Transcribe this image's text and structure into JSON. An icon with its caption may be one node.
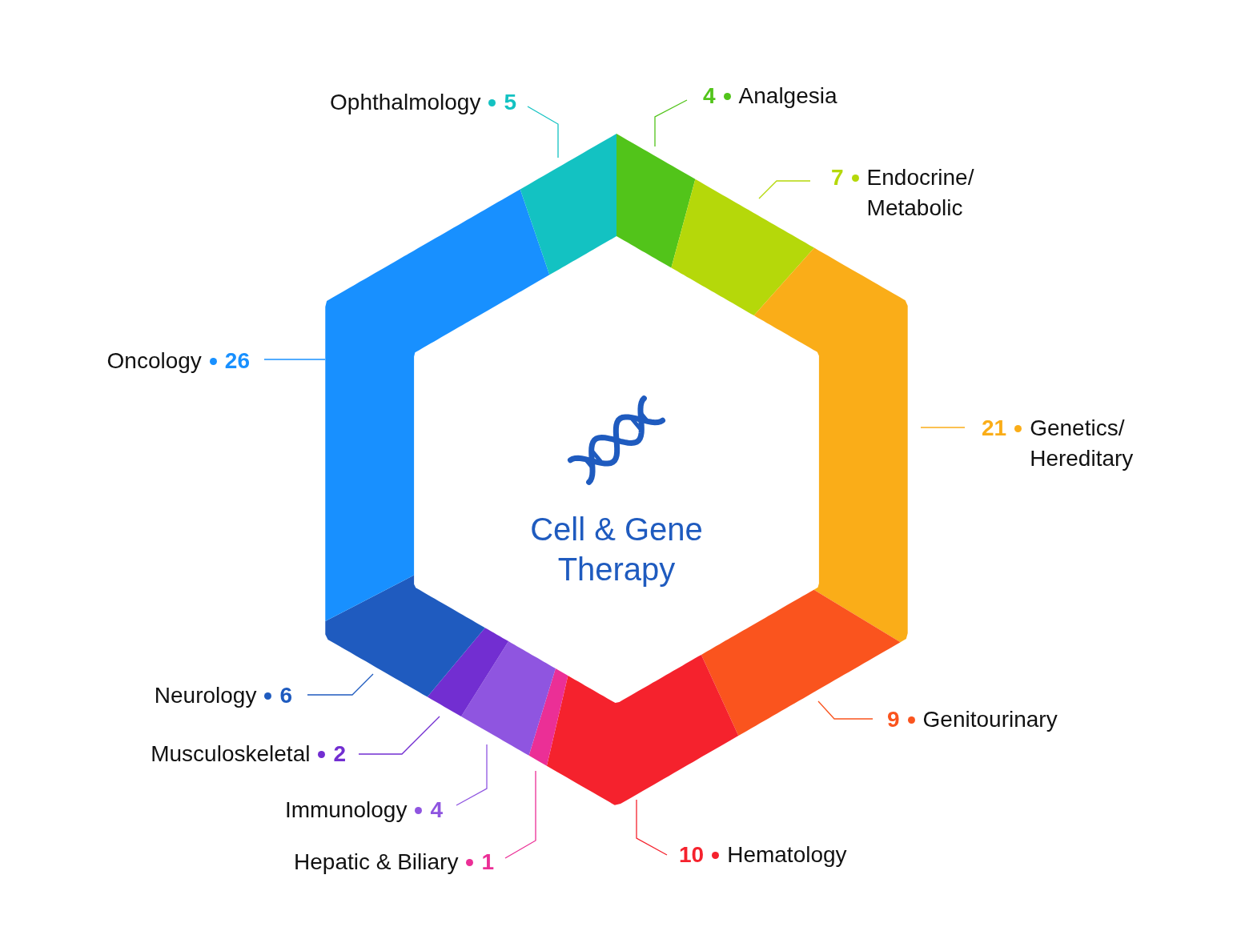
{
  "diagram": {
    "nodes": [
      {
        "text": [
          "4",
          "Analgesia"
        ]
      },
      {
        "text": [
          "7",
          "Endocrine/ Metabolic"
        ]
      },
      {
        "text": [
          "21",
          "Genetics/ Hereditary"
        ]
      },
      {
        "text": [
          "9",
          "Genitourinary"
        ]
      },
      {
        "text": [
          "10",
          "Hematology"
        ]
      },
      {
        "text": [
          "Hepatic & Biliary",
          "1"
        ]
      },
      {
        "text": [
          "Immunology",
          "4"
        ]
      },
      {
        "text": [
          "Musculoskeletal",
          "2"
        ]
      },
      {
        "text": [
          "Neurology",
          "6"
        ]
      },
      {
        "text": [
          "Oncology",
          "26"
        ]
      },
      {
        "text": [
          "Ophthalmology",
          "5"
        ]
      },
      {
        "text": [],
        "shape": "box"
      },
      {
        "text": [],
        "shape": "box"
      },
      {
        "text": [],
        "shape": "box"
      },
      {
        "text": [],
        "shape": "box"
      },
      {
        "text": [],
        "shape": "box"
      },
      {
        "text": [],
        "shape": "box"
      },
      {
        "text": [],
        "shape": "box"
      },
      {
        "text": [],
        "shape": "box"
      },
      {
        "text": [],
        "shape": "box"
      },
      {
        "text": [],
        "shape": "box"
      },
      {
        "text": [],
        "shape": "box"
      },
      {
        "text": [
          "Cell & Gene Therapy"
        ]
      }
    ],
    "edges": [
      {
        "from": 0,
        "to": 11,
        "arrow": "none",
        "color": "#52c41a"
      },
      {
        "from": 1,
        "to": 12,
        "arrow": "none",
        "color": "#b5d80a"
      },
      {
        "from": 2,
        "to": 13,
        "arrow": "none",
        "color": "#faad18"
      },
      {
        "from": 3,
        "to": 14,
        "arrow": "none",
        "color": "#fa541e"
      },
      {
        "from": 4,
        "to": 15,
        "arrow": "none",
        "color": "#f5222d"
      },
      {
        "from": 5,
        "to": 16,
        "arrow": "none",
        "color": "#eb2f96"
      },
      {
        "from": 6,
        "to": 17,
        "arrow": "none",
        "color": "#8f55e0"
      },
      {
        "from": 7,
        "to": 18,
        "arrow": "none",
        "color": "#722ed1"
      },
      {
        "from": 8,
        "to": 19,
        "arrow": "none",
        "color": "#1f5bbf"
      },
      {
        "from": 9,
        "to": 20,
        "arrow": "none",
        "color": "#1890ff"
      },
      {
        "from": 10,
        "to": 21,
        "arrow": "none",
        "color": "#13c2c2"
      }
    ]
  }
}
